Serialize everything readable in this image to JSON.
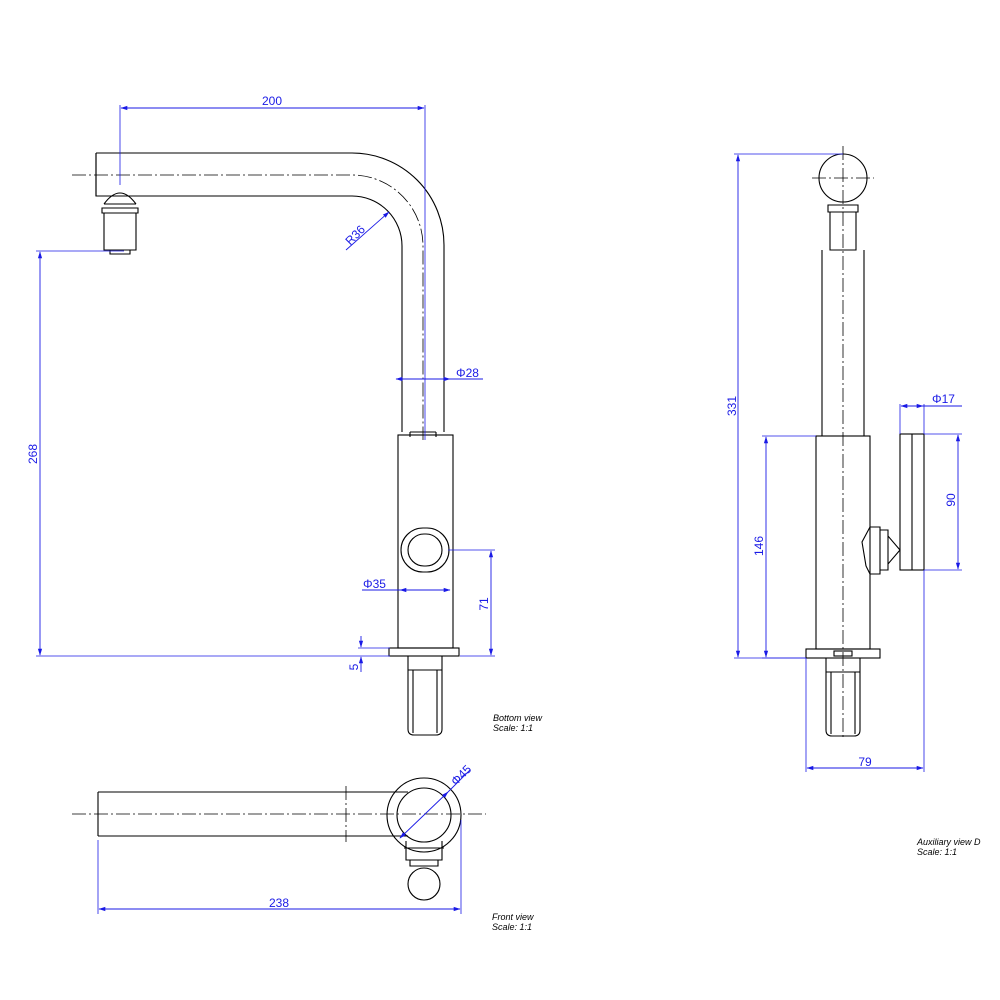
{
  "dimensions": {
    "spout_reach": "200",
    "bend_radius": "R36",
    "spout_diameter": "Φ28",
    "height_268": "268",
    "body_diameter": "Φ35",
    "lever_height": "71",
    "base_plate": "5",
    "overall_height": "331",
    "handle_diameter": "Φ17",
    "handle_length": "90",
    "body_height": "146",
    "aux_width": "79",
    "base_diameter": "Φ45",
    "top_length": "238"
  },
  "captions": {
    "bottom_view_title": "Bottom view",
    "bottom_view_scale": "Scale:  1:1",
    "front_view_title": "Front view",
    "front_view_scale": "Scale:  1:1",
    "aux_view_title": "Auxiliary view D",
    "aux_view_scale": "Scale:  1:1"
  },
  "colors": {
    "dimension": "#1a1ae6",
    "outline": "#000000"
  }
}
